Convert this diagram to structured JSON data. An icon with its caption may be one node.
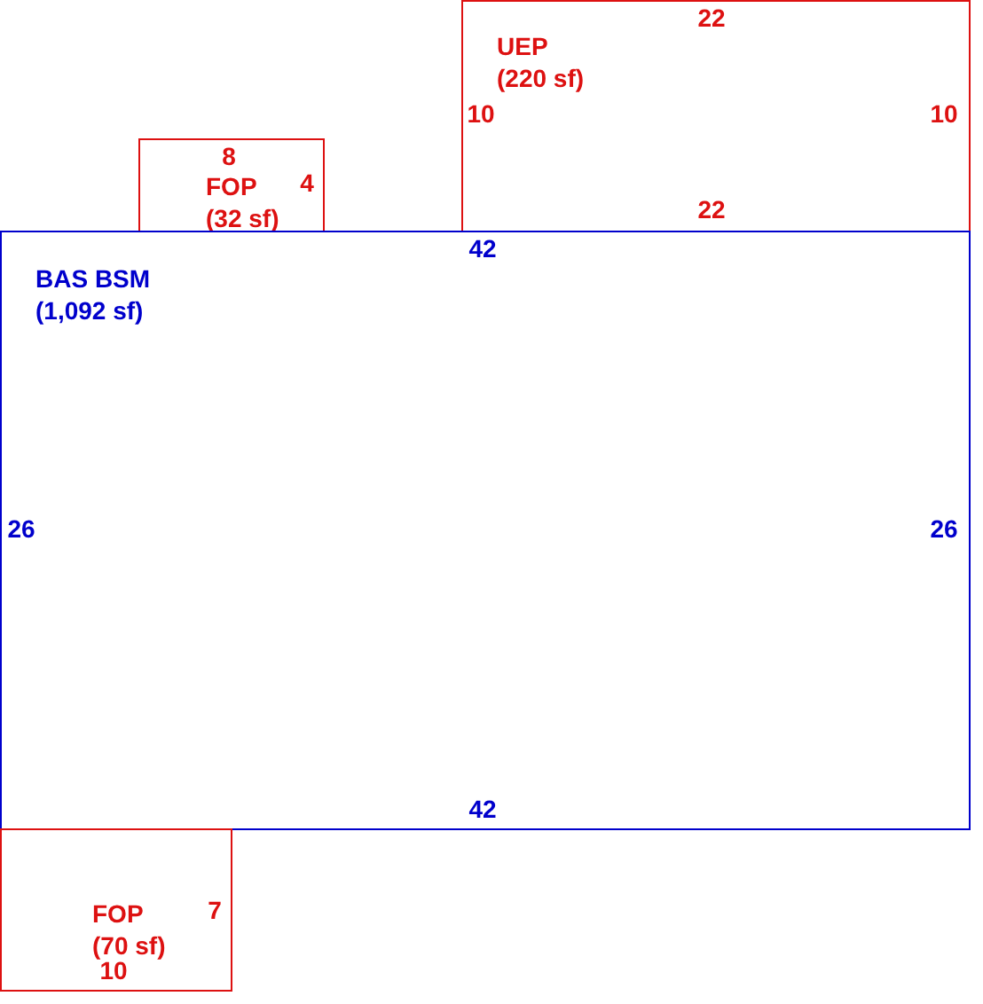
{
  "diagram": {
    "nodes": [
      {
        "text": [
          "UEP (220 sf)"
        ]
      },
      {
        "text": [
          "FOP (32 sf)"
        ]
      },
      {
        "text": [
          "BAS BSM (1,092 sf)"
        ]
      },
      {
        "text": [
          "FOP (70 sf)"
        ]
      }
    ],
    "labels": [
      "22",
      "10",
      "10",
      "8",
      "4",
      "22",
      "42",
      "26",
      "26",
      "42",
      "7",
      "10"
    ]
  }
}
